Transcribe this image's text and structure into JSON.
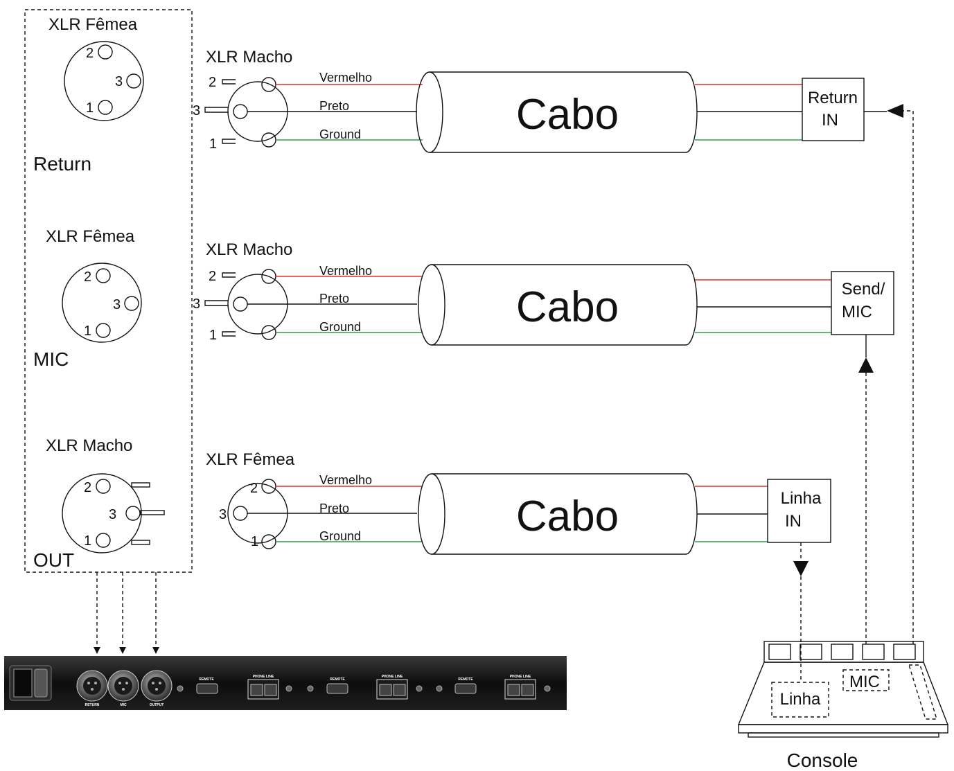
{
  "panel": {
    "return": {
      "title": "XLR Fêmea",
      "caption": "Return",
      "pins": [
        "2",
        "3",
        "1"
      ]
    },
    "mic": {
      "title": "XLR Fêmea",
      "caption": "MIC",
      "pins": [
        "2",
        "3",
        "1"
      ]
    },
    "out": {
      "title": "XLR Macho",
      "caption": "OUT",
      "pins": [
        "2",
        "3",
        "1"
      ]
    }
  },
  "cables": [
    {
      "connector_title": "XLR Macho",
      "pins": [
        "2",
        "3",
        "1"
      ],
      "wires": [
        "Vermelho",
        "Preto",
        "Ground"
      ],
      "cable_label": "Cabo",
      "dest_label": [
        "Return",
        "IN"
      ]
    },
    {
      "connector_title": "XLR Macho",
      "pins": [
        "2",
        "3",
        "1"
      ],
      "wires": [
        "Vermelho",
        "Preto",
        "Ground"
      ],
      "cable_label": "Cabo",
      "dest_label": [
        "Send/",
        "MIC"
      ]
    },
    {
      "connector_title": "XLR Fêmea",
      "pins": [
        "2",
        "3",
        "1"
      ],
      "wires": [
        "Vermelho",
        "Preto",
        "Ground"
      ],
      "cable_label": "Cabo",
      "dest_label": [
        "Linha",
        "IN"
      ]
    }
  ],
  "console": {
    "label": "Console",
    "linha": "Linha",
    "mic": "MIC"
  },
  "device": {
    "xlr_labels": [
      "RETURN",
      "MIC",
      "OUTPUT"
    ],
    "remote_label": "REMOTE",
    "phone_line_label": "PHONE  LINE"
  },
  "colors": {
    "red_wire": "#e0312f",
    "black_wire": "#111111",
    "green_wire": "#2e9e4a",
    "device_bg": "#121212"
  }
}
